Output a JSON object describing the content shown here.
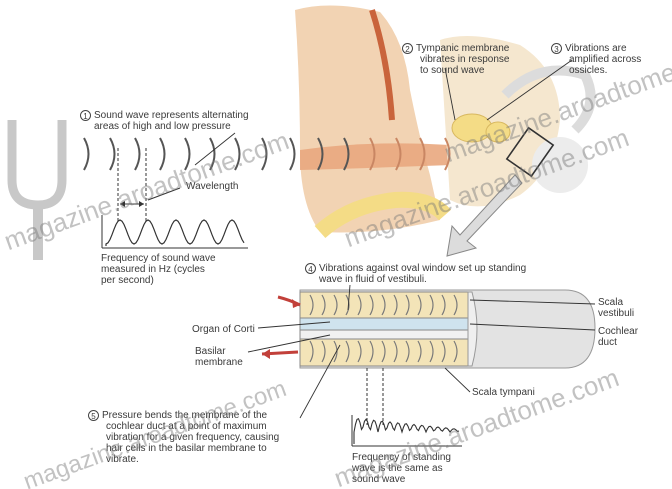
{
  "steps": [
    {
      "num": "1",
      "text": [
        "Sound wave represents alternating",
        "areas of high and low pressure"
      ]
    },
    {
      "num": "2",
      "text": [
        "Tympanic membrane",
        "vibrates in response",
        "to sound wave"
      ]
    },
    {
      "num": "3",
      "text": [
        "Vibrations are",
        "amplified across",
        "ossicles."
      ]
    },
    {
      "num": "4",
      "text": [
        "Vibrations against oval window set up standing",
        "wave in fluid of vestibuli."
      ]
    },
    {
      "num": "5",
      "text": [
        "Pressure bends the membrane of the",
        "cochlear duct at a point of maximum",
        "vibration for a given frequency, causing",
        "hair cells in the basilar membrane to",
        "vibrate."
      ]
    }
  ],
  "labels": {
    "wavelength": "Wavelength",
    "frequency_sound": [
      "Frequency of sound wave",
      "measured in Hz (cycles",
      "per second)"
    ],
    "frequency_standing": [
      "Frequency of standing",
      "wave is the same as",
      "sound wave"
    ],
    "scala_vestibuli": [
      "Scala",
      "vestibuli"
    ],
    "cochlear_duct": [
      "Cochlear",
      "duct"
    ],
    "organ_of_corti": "Organ of Corti",
    "basilar_membrane": [
      "Basilar",
      "membrane"
    ],
    "scala_tympani": "Scala tympani"
  },
  "watermarks": [
    "magazine.aroadtome.com",
    "magazine.aroadtome.com",
    "magazine.aroadtome.com",
    "magazine.aroadtome.com",
    "magazine.aroadtome.com"
  ],
  "colors": {
    "ear_skin": "#f2d3b3",
    "ear_canal": "#e9a77e",
    "bone_yellow": "#f4dc86",
    "cochlea_fill": "#f3e4b8",
    "arrow_red": "#c2403a",
    "duct_blue": "#cfe3ee",
    "outline": "#444444"
  }
}
